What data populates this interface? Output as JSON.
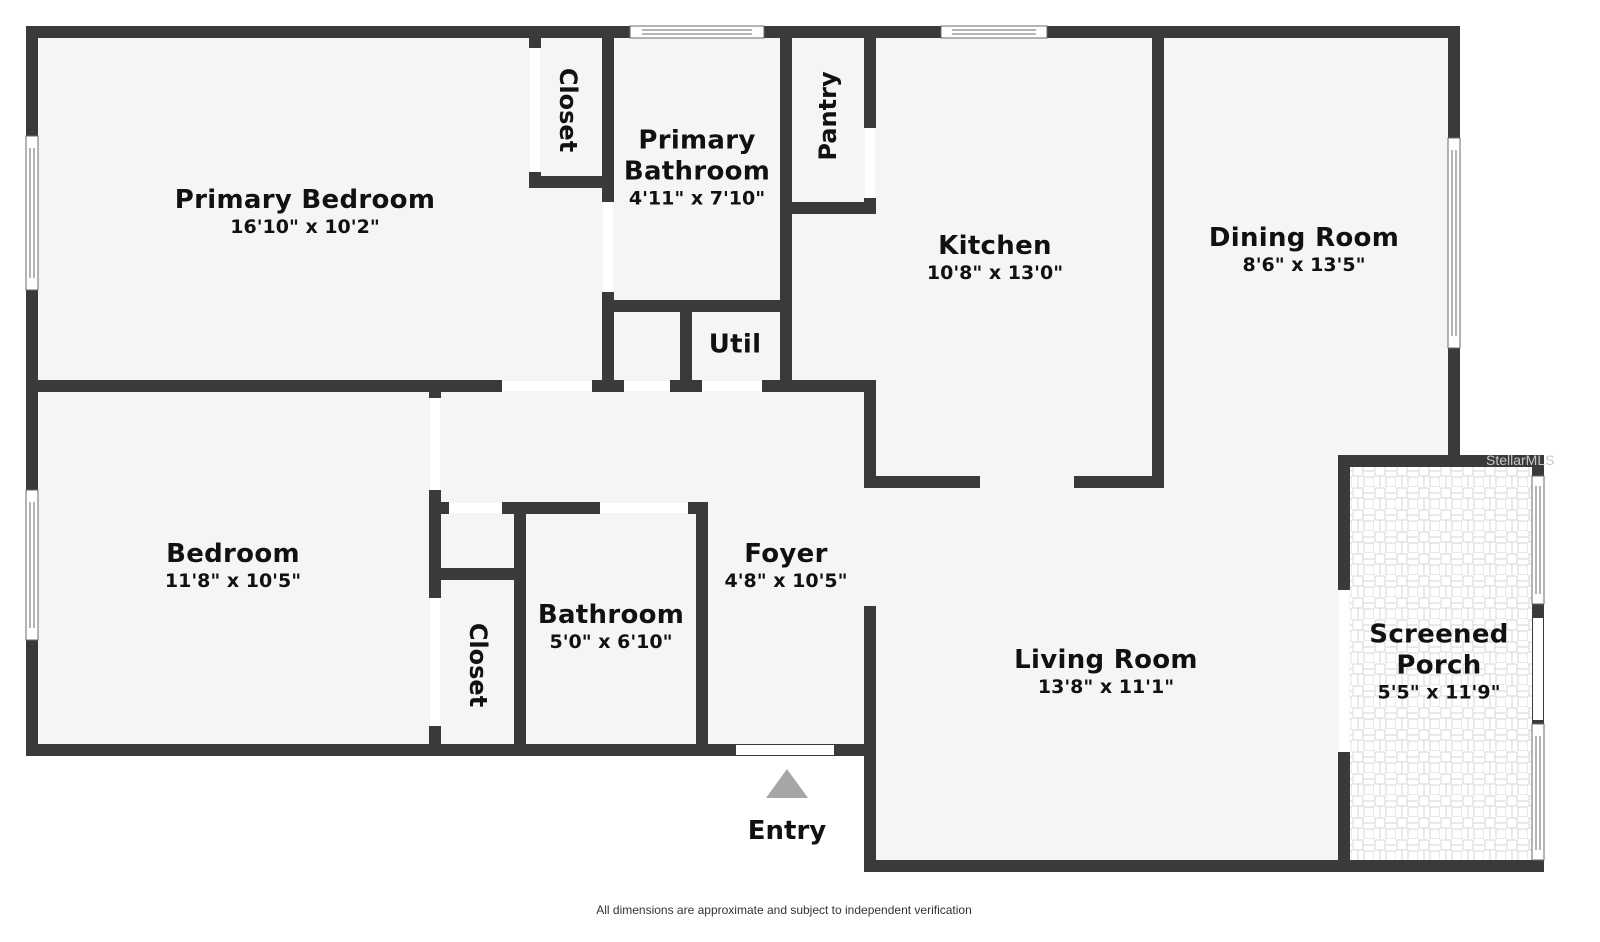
{
  "floorplan": {
    "rooms": [
      {
        "id": "primary-bedroom",
        "name": "Primary Bedroom",
        "dimensions": "16'10\" x 10'2\""
      },
      {
        "id": "primary-closet",
        "name": "Closet",
        "dimensions": ""
      },
      {
        "id": "primary-bathroom",
        "name": "Primary Bathroom",
        "name_line1": "Primary",
        "name_line2": "Bathroom",
        "dimensions": "4'11\" x 7'10\""
      },
      {
        "id": "pantry",
        "name": "Pantry",
        "dimensions": ""
      },
      {
        "id": "kitchen",
        "name": "Kitchen",
        "dimensions": "10'8\" x 13'0\""
      },
      {
        "id": "dining-room",
        "name": "Dining Room",
        "dimensions": "8'6\" x 13'5\""
      },
      {
        "id": "util",
        "name": "Util",
        "dimensions": ""
      },
      {
        "id": "bedroom",
        "name": "Bedroom",
        "dimensions": "11'8\" x 10'5\""
      },
      {
        "id": "hall-closet",
        "name": "Closet",
        "dimensions": ""
      },
      {
        "id": "bathroom",
        "name": "Bathroom",
        "dimensions": "5'0\" x 6'10\""
      },
      {
        "id": "foyer",
        "name": "Foyer",
        "dimensions": "4'8\" x 10'5\""
      },
      {
        "id": "living-room",
        "name": "Living Room",
        "dimensions": "13'8\" x 11'1\""
      },
      {
        "id": "screened-porch",
        "name": "Screened Porch",
        "name_line1": "Screened",
        "name_line2": "Porch",
        "dimensions": "5'5\" x 11'9\""
      }
    ],
    "entry": {
      "label": "Entry",
      "marker": "triangle-up",
      "marker_color": "#a6a6a6"
    },
    "disclaimer": "All dimensions are approximate and subject to independent verification",
    "watermark": "StellarMLS",
    "colors": {
      "wall": "#3a3a3a",
      "floor": "#f5f5f5",
      "background": "#ffffff",
      "tile_line": "#d4d4d4"
    }
  }
}
